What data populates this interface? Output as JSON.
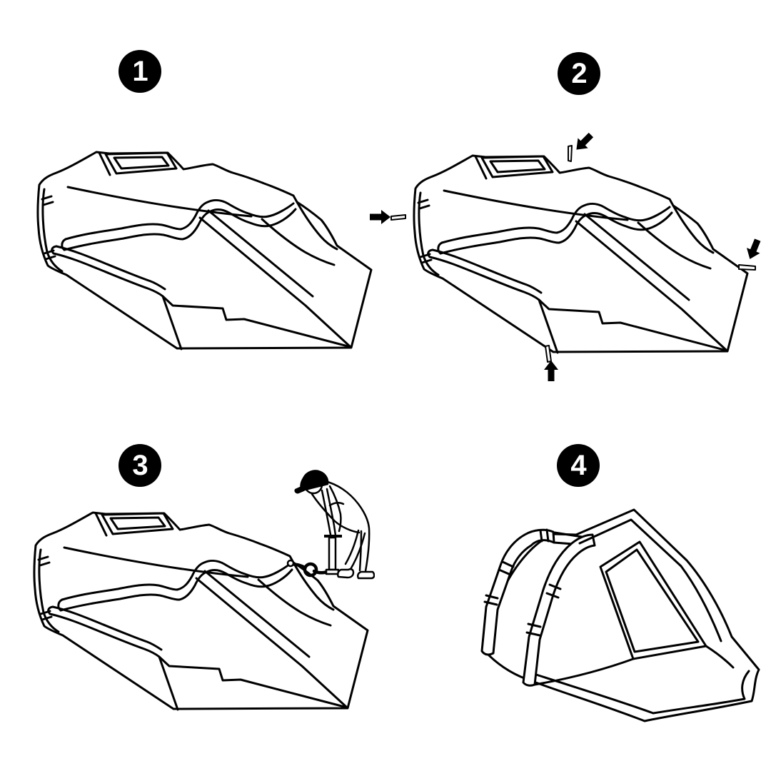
{
  "palette": {
    "background": "#ffffff",
    "line_color": "#000000",
    "badge_background": "#000000",
    "badge_number_color": "#ffffff"
  },
  "steps": [
    {
      "number": "1",
      "illustration": "deflated-tent-laid-flat"
    },
    {
      "number": "2",
      "illustration": "deflated-tent-staked-down",
      "stake_arrow_count": 4
    },
    {
      "number": "3",
      "illustration": "person-inflating-tent-with-hand-pump"
    },
    {
      "number": "4",
      "illustration": "fully-pitched-inflatable-tent"
    }
  ]
}
